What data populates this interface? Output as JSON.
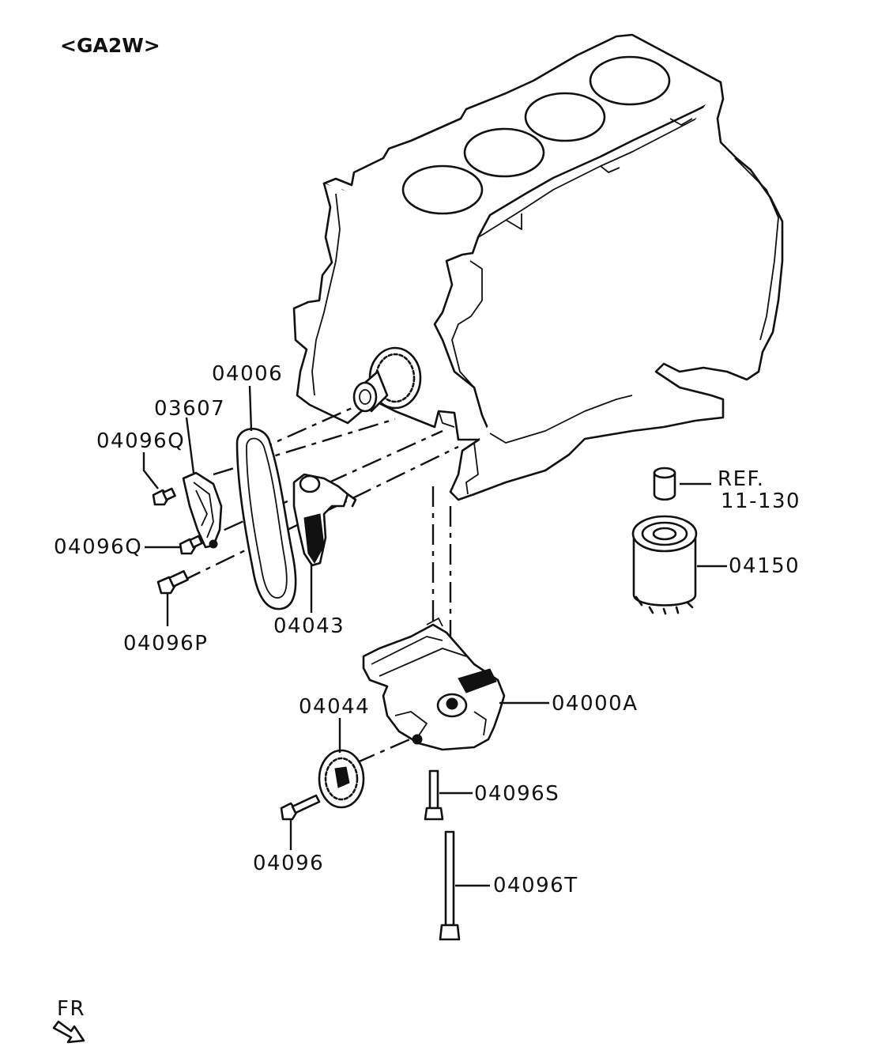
{
  "diagram": {
    "model_code": "<GA2W>",
    "direction_label": "FR",
    "colors": {
      "line": "#111111",
      "background": "#ffffff"
    },
    "parts": [
      {
        "id": "04006",
        "label": "04006"
      },
      {
        "id": "03607",
        "label": "03607"
      },
      {
        "id": "04096Q_top",
        "label": "04096Q"
      },
      {
        "id": "04096Q_mid",
        "label": "04096Q"
      },
      {
        "id": "04096P",
        "label": "04096P"
      },
      {
        "id": "04043",
        "label": "04043"
      },
      {
        "id": "04150",
        "label": "04150"
      },
      {
        "id": "04000A",
        "label": "04000A"
      },
      {
        "id": "04044",
        "label": "04044"
      },
      {
        "id": "04096S",
        "label": "04096S"
      },
      {
        "id": "04096",
        "label": "04096"
      },
      {
        "id": "04096T",
        "label": "04096T"
      }
    ],
    "reference": {
      "line1": "REF.",
      "line2": "11-130"
    }
  }
}
